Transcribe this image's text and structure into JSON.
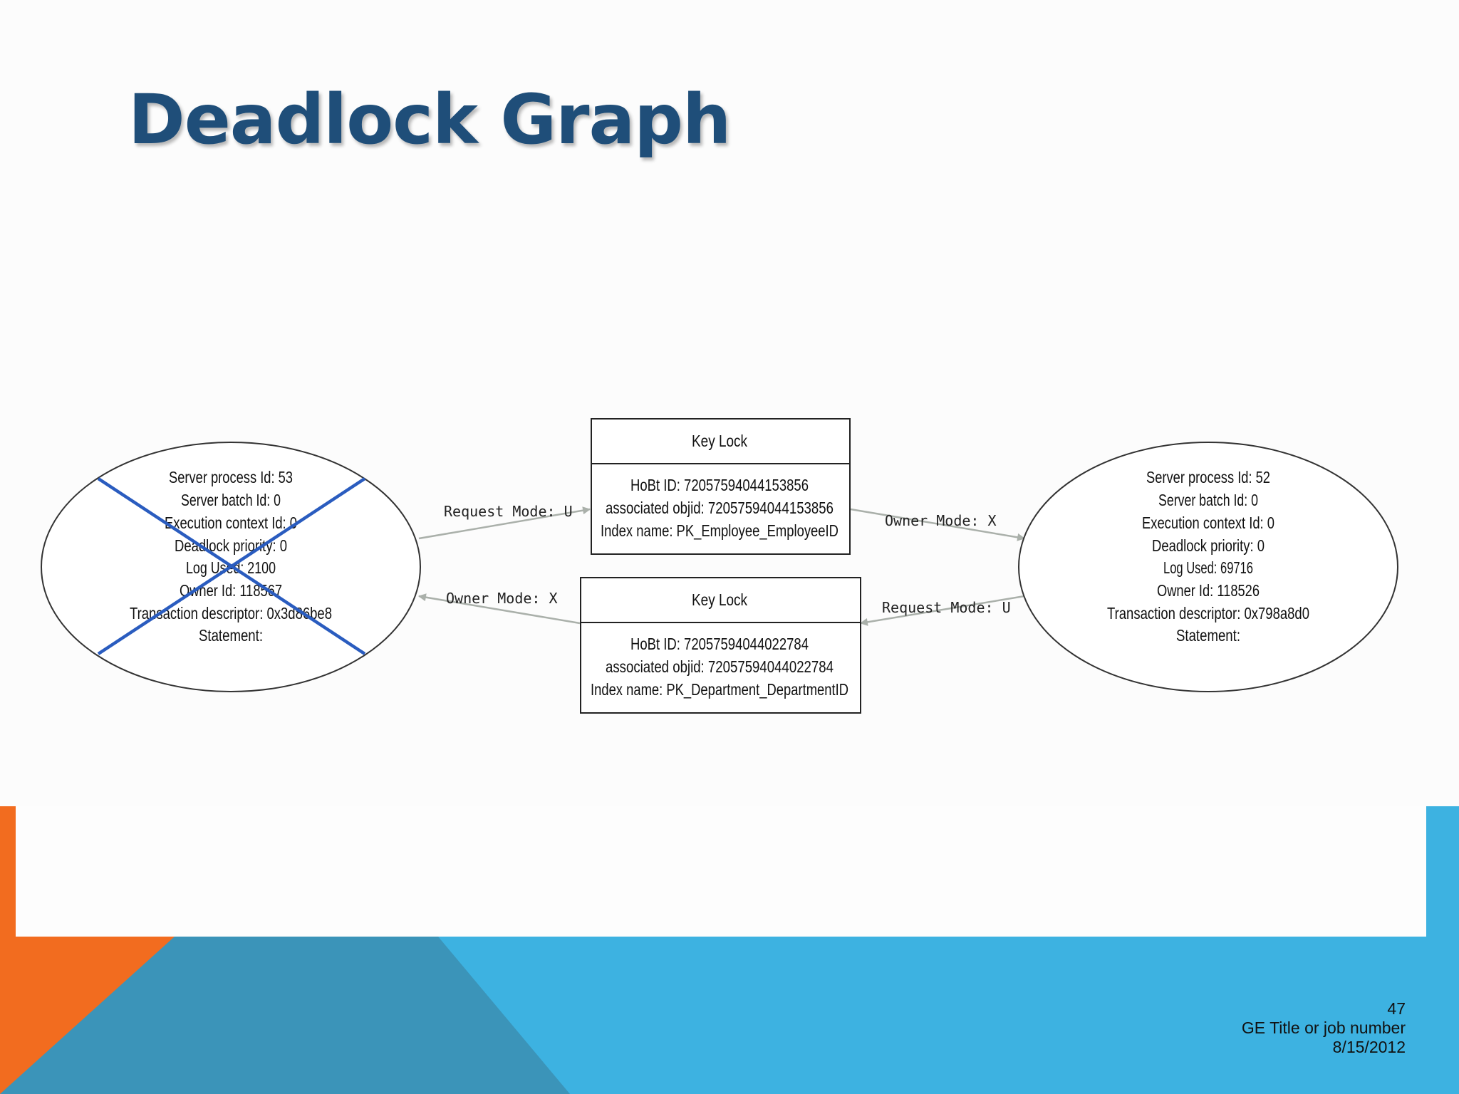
{
  "slide": {
    "title": "Deadlock Graph",
    "footer": {
      "page_number": "47",
      "job_title": "GE Title or job number",
      "date": "8/15/2012"
    }
  },
  "colors": {
    "title": "#1f4e79",
    "cross_mark": "#2a5cbf",
    "orange_accent": "#f26c1f",
    "blue_light": "#3db2e1",
    "blue_dark": "#3b94b9",
    "edge_line": "#aab0aa"
  },
  "diagram": {
    "process_left": {
      "crossed_out": true,
      "lines": [
        "Server process Id: 53",
        "Server batch Id: 0",
        "Execution context Id: 0",
        "Deadlock priority: 0",
        "Log Used: 2100",
        "Owner Id: 118567",
        "Transaction descriptor: 0x3d86be8",
        "Statement:"
      ]
    },
    "process_right": {
      "crossed_out": false,
      "lines": [
        "Server process Id: 52",
        "Server batch Id: 0",
        "Execution context Id: 0",
        "Deadlock priority: 0",
        "Log Used: 69716",
        "Owner Id: 118526",
        "Transaction descriptor: 0x798a8d0",
        "Statement:"
      ]
    },
    "lock_top": {
      "header": "Key Lock",
      "lines": [
        "HoBt ID: 72057594044153856",
        "associated objid: 72057594044153856",
        "Index name: PK_Employee_EmployeeID"
      ]
    },
    "lock_bottom": {
      "header": "Key Lock",
      "lines": [
        "HoBt ID: 72057594044022784",
        "associated objid: 72057594044022784",
        "Index name: PK_Department_DepartmentID"
      ]
    },
    "edges": {
      "left_to_top_lock": "Request Mode: U",
      "top_lock_to_right": "Owner Mode: X",
      "bottom_lock_to_left": "Owner Mode: X",
      "right_to_bottom_lock": "Request Mode: U"
    }
  }
}
